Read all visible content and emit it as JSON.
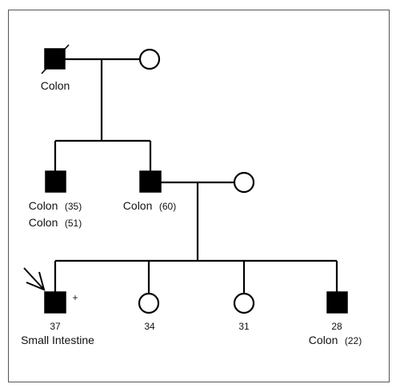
{
  "pedigree": {
    "gen1": {
      "father": {
        "sex": "male",
        "affected": true,
        "deceased": true,
        "label": "Colon"
      },
      "mother": {
        "sex": "female",
        "affected": false
      }
    },
    "gen2": {
      "uncle": {
        "sex": "male",
        "affected": true,
        "cancer1": "Colon",
        "age1": "(35)",
        "cancer2": "Colon",
        "age2": "(51)"
      },
      "father": {
        "sex": "male",
        "affected": true,
        "cancer": "Colon",
        "age": "(60)"
      },
      "mother": {
        "sex": "female",
        "affected": false
      }
    },
    "gen3": {
      "proband": {
        "sex": "male",
        "affected": true,
        "proband": true,
        "marker": "+",
        "age": "37",
        "cancer": "Small Intestine"
      },
      "sister1": {
        "sex": "female",
        "affected": false,
        "age": "34"
      },
      "sister2": {
        "sex": "female",
        "affected": false,
        "age": "31"
      },
      "brother": {
        "sex": "male",
        "affected": true,
        "age": "28",
        "cancer": "Colon",
        "dx_age": "(22)"
      }
    }
  }
}
